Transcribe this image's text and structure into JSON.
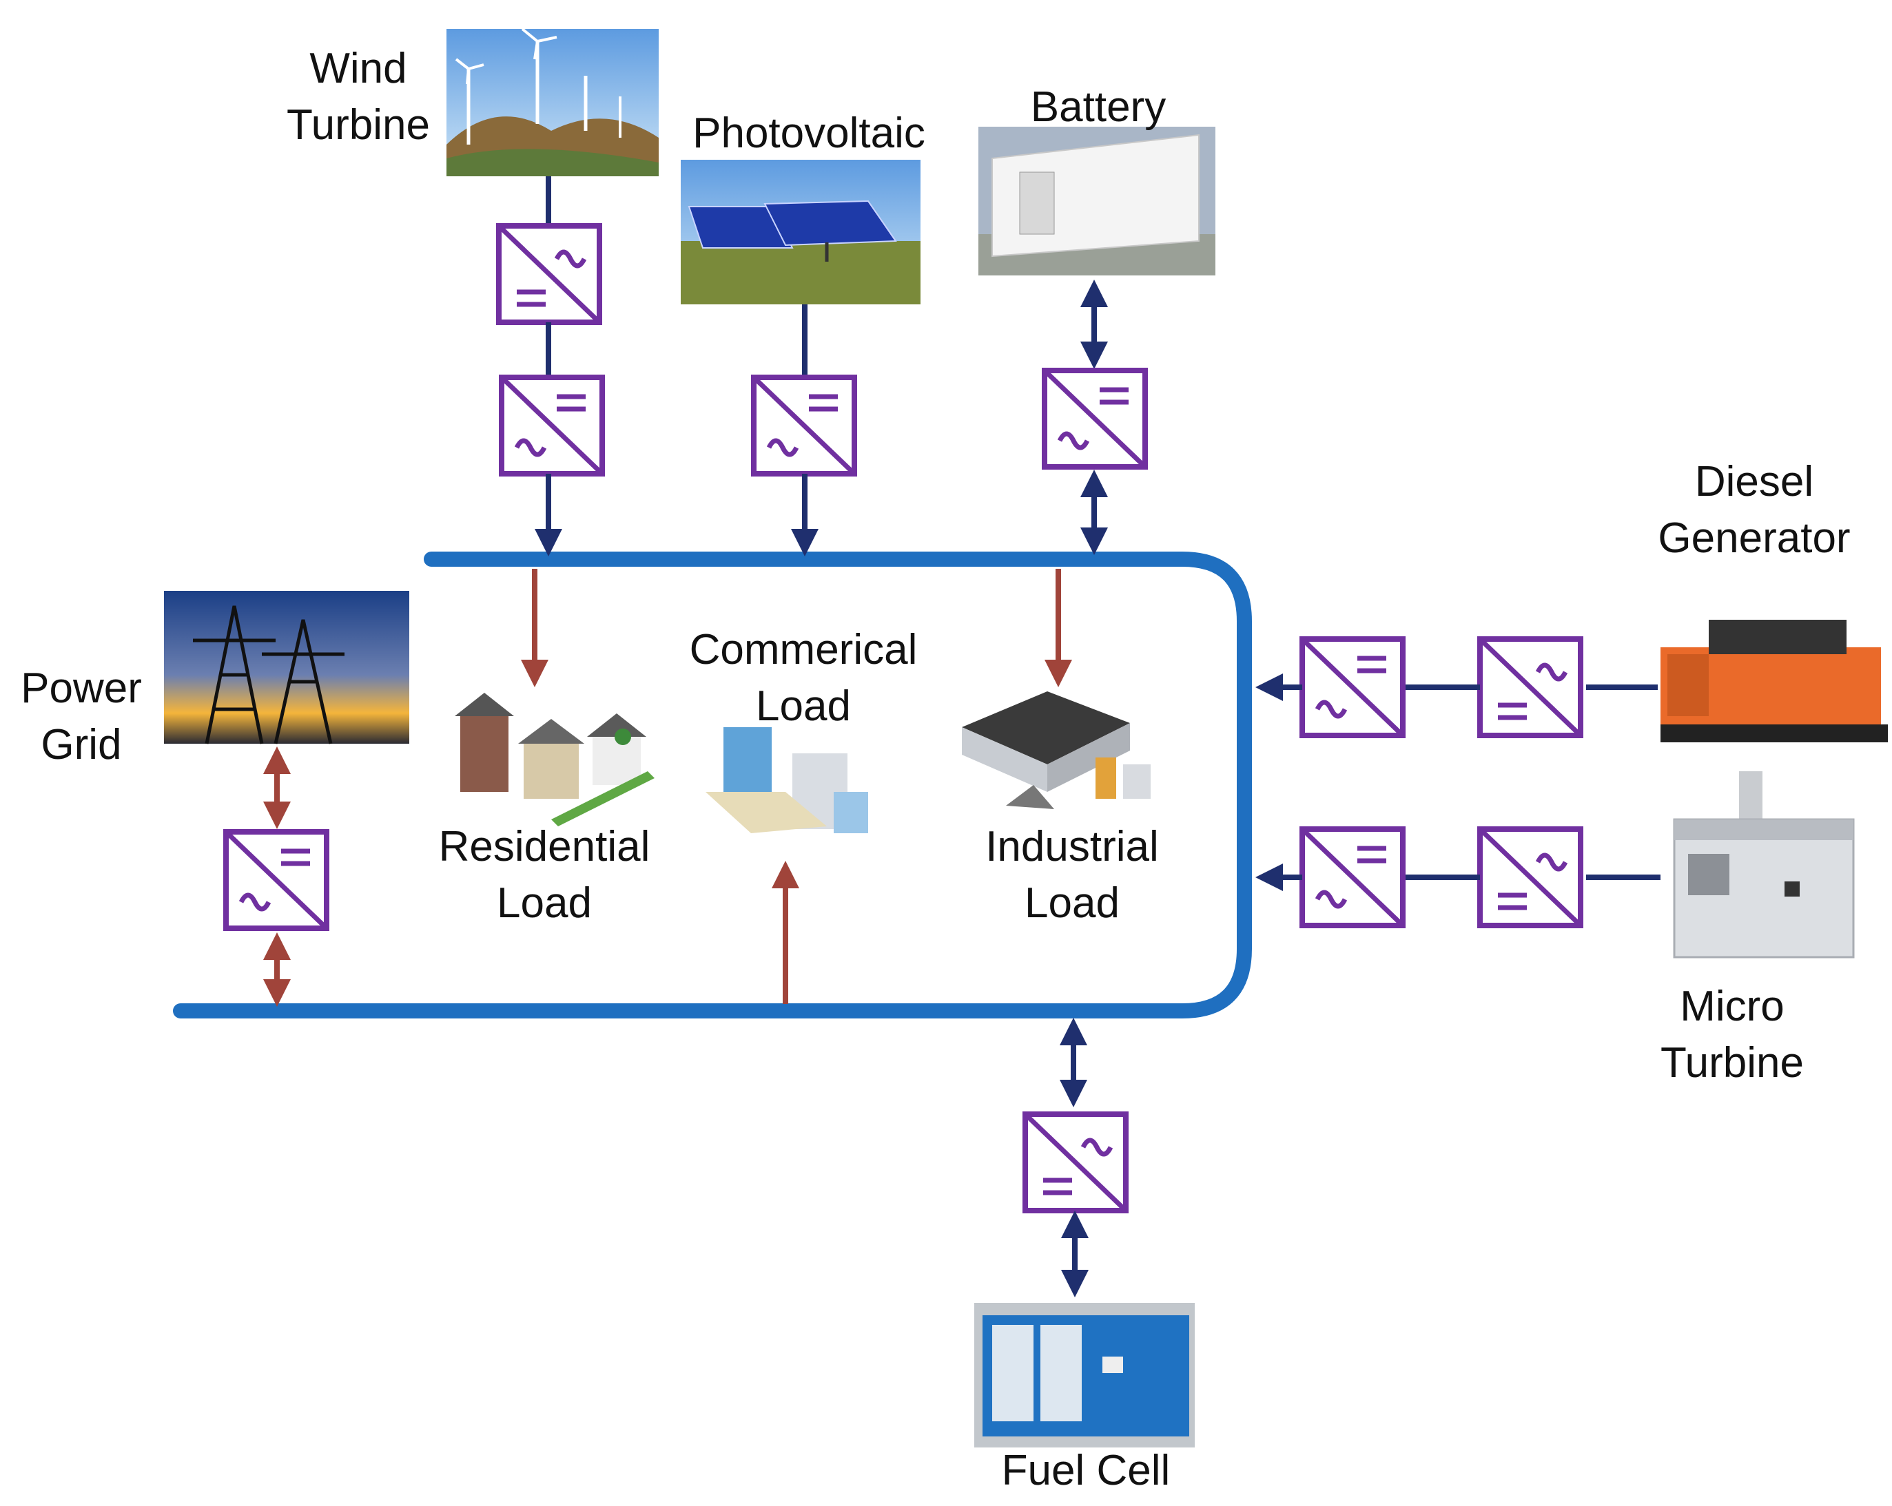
{
  "labels": {
    "wind_1": "Wind",
    "wind_2": "Turbine",
    "pv": "Photovoltaic",
    "battery": "Battery",
    "diesel_1": "Diesel",
    "diesel_2": "Generator",
    "grid_1": "Power",
    "grid_2": "Grid",
    "commercial_1": "Commerical",
    "commercial_2": "Load",
    "residential_1": "Residential",
    "residential_2": "Load",
    "industrial_1": "Industrial",
    "industrial_2": "Load",
    "micro_1": "Micro",
    "micro_2": "Turbine",
    "fuelcell": "Fuel Cell"
  },
  "colors": {
    "bus": "#1f6fc0",
    "converter": "#7030a0",
    "source_line": "#1f2f6e",
    "load_line": "#a0443a"
  },
  "icons": {
    "converter_ac_dc": "ac-dc-converter-icon",
    "converter_dc_ac": "dc-ac-converter-icon"
  }
}
